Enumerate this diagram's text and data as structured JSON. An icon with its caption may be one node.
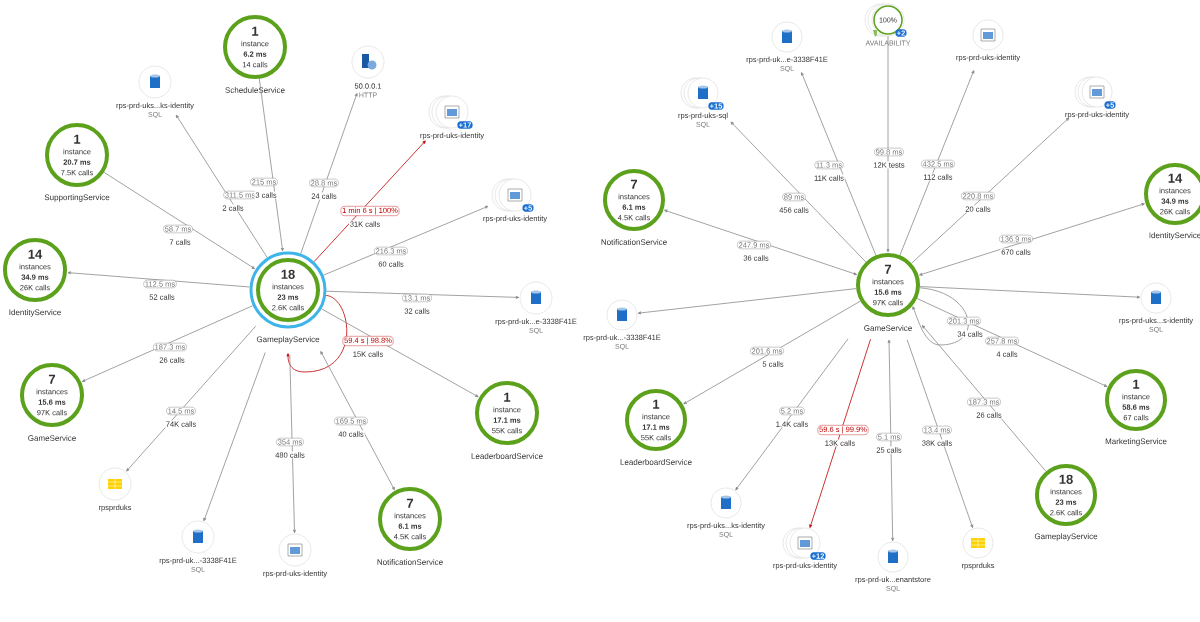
{
  "diagram": {
    "nodes": [
      {
        "text": [
          "18",
          "instances",
          "23 ms",
          "2.6K calls",
          "GameplayService"
        ]
      },
      {
        "text": [
          "1",
          "instance",
          "6.2 ms",
          "14 calls",
          "ScheduleService"
        ]
      },
      {
        "text": [
          "rps-prd-uks...ks-identity",
          "SQL"
        ]
      },
      {
        "text": [
          "50.0.0.1",
          "HTTP"
        ]
      },
      {
        "text": [
          "rps-prd-uks-identity"
        ],
        "beside": [
          "+17"
        ]
      },
      {
        "text": [
          "1",
          "instance",
          "20.7 ms",
          "7.5K calls",
          "SupportingService"
        ]
      },
      {
        "text": [
          "rps-prd-uks-identity"
        ],
        "beside": [
          "+5"
        ]
      },
      {
        "text": [
          "14",
          "instances",
          "34.9 ms",
          "26K calls",
          "IdentityService"
        ]
      },
      {
        "text": [
          "rps-prd-uk...e-3338F41E",
          "SQL"
        ]
      },
      {
        "text": [
          "7",
          "instances",
          "15.6 ms",
          "97K calls",
          "GameService"
        ]
      },
      {
        "text": [
          "1",
          "instance",
          "17.1 ms",
          "55K calls",
          "LeaderboardService"
        ]
      },
      {
        "text": [
          "rpsprduks"
        ]
      },
      {
        "text": [
          "rps-prd-uk...-3338F41E",
          "SQL"
        ]
      },
      {
        "text": [
          "rps-prd-uks-identity"
        ]
      },
      {
        "text": [
          "7",
          "instances",
          "6.1 ms",
          "4.5K calls",
          "NotificationService"
        ]
      },
      {
        "text": [
          "7",
          "instances",
          "15.6 ms",
          "97K calls",
          "GameService"
        ]
      },
      {
        "text": [
          "100%",
          "+2",
          "AVAILABILITY"
        ]
      },
      {
        "text": [
          "rps-prd-uk...e-3338F41E",
          "SQL"
        ]
      },
      {
        "text": [
          "rps-prd-uks-identity"
        ]
      },
      {
        "text": [
          "rps-prd-uks-sql",
          "SQL"
        ],
        "beside": [
          "+15"
        ]
      },
      {
        "text": [
          "rps-prd-uks-identity"
        ],
        "beside": [
          "+5"
        ]
      },
      {
        "text": [
          "7",
          "instances",
          "6.1 ms",
          "4.5K calls",
          "NotificationService"
        ]
      },
      {
        "text": [
          "14",
          "instances",
          "34.9 ms",
          "26K calls",
          "IdentityService"
        ]
      },
      {
        "text": [
          "rps-prd-uk...-3338F41E",
          "SQL"
        ]
      },
      {
        "text": [
          "rps-prd-uks...s-identity",
          "SQL"
        ]
      },
      {
        "text": [
          "1",
          "instance",
          "17.1 ms",
          "55K calls",
          "LeaderboardService"
        ]
      },
      {
        "text": [
          "1",
          "instance",
          "58.6 ms",
          "67 calls",
          "MarketingService"
        ]
      },
      {
        "text": [
          "rps-prd-uks...ks-identity",
          "SQL"
        ]
      },
      {
        "text": [
          "18",
          "instances",
          "23 ms",
          "2.6K calls",
          "GameplayService"
        ]
      },
      {
        "text": [
          "rps-prd-uks-identity"
        ],
        "beside": [
          "+12"
        ]
      },
      {
        "text": [
          "rps-prd-uk...enantstore",
          "SQL"
        ]
      },
      {
        "text": [
          "rpsprduks"
        ]
      }
    ],
    "edges": [
      {
        "from": 0,
        "to": 2,
        "arrow": "to",
        "label": "311.5 ms"
      },
      {
        "from": 1,
        "to": 0,
        "arrow": "to",
        "label": "215 ms"
      },
      {
        "from": 0,
        "to": 3,
        "arrow": "to",
        "label": "28.8 ms"
      },
      {
        "from": 0,
        "to": 4,
        "arrow": "to",
        "label": "1 min 6 s | 100%",
        "color": "#c00000"
      },
      {
        "from": 5,
        "to": 0,
        "arrow": "to",
        "label": "58.7 ms"
      },
      {
        "from": 0,
        "to": 6,
        "arrow": "to",
        "label": "216.3 ms"
      },
      {
        "from": 0,
        "to": 7,
        "arrow": "to",
        "label": "112.5 ms"
      },
      {
        "from": 0,
        "to": 8,
        "arrow": "to",
        "label": "13.1 ms"
      },
      {
        "from": 0,
        "to": 9,
        "arrow": "to",
        "label": "187.3 ms"
      },
      {
        "from": 0,
        "to": 0,
        "arrow": "to",
        "label": "59.4 s | 98.8%",
        "color": "#c00000"
      },
      {
        "from": 0,
        "to": 10,
        "arrow": "to"
      },
      {
        "from": 0,
        "to": 11,
        "arrow": "to",
        "label": "14.5 ms"
      },
      {
        "from": 0,
        "to": 12,
        "arrow": "to"
      },
      {
        "from": 0,
        "to": 13,
        "arrow": "to",
        "label": "354 ms"
      },
      {
        "from": 0,
        "to": 14,
        "arrow": "both",
        "label": "169.5 ms"
      },
      {
        "from": 15,
        "to": 17,
        "arrow": "to",
        "label": "11.3 ms"
      },
      {
        "from": 16,
        "to": 15,
        "arrow": "to",
        "label": "99.8 ms"
      },
      {
        "from": 15,
        "to": 18,
        "arrow": "to",
        "label": "432.5 ms"
      },
      {
        "from": 15,
        "to": 19,
        "arrow": "to",
        "label": "89 ms"
      },
      {
        "from": 15,
        "to": 20,
        "arrow": "to",
        "label": "220.8 ms"
      },
      {
        "from": 15,
        "to": 21,
        "arrow": "both",
        "label": "247.9 ms"
      },
      {
        "from": 15,
        "to": 22,
        "arrow": "both",
        "label": "136.9 ms"
      },
      {
        "from": 15,
        "to": 23,
        "arrow": "to"
      },
      {
        "from": 15,
        "to": 24,
        "arrow": "to"
      },
      {
        "from": 15,
        "to": 15,
        "arrow": "to",
        "label": "201.3 ms"
      },
      {
        "from": 15,
        "to": 26,
        "arrow": "to",
        "label": "257.8 ms"
      },
      {
        "from": 15,
        "to": 25,
        "arrow": "to",
        "label": "201.6 ms"
      },
      {
        "from": 15,
        "to": 27,
        "arrow": "to",
        "label": "5.2 ms"
      },
      {
        "from": 15,
        "to": 29,
        "arrow": "to",
        "label": "59.6 s | 99.9%",
        "color": "#c00000"
      },
      {
        "from": 15,
        "to": 30,
        "arrow": "both",
        "label": "5.1 ms"
      },
      {
        "from": 15,
        "to": 31,
        "arrow": "to",
        "label": "13.4 ms"
      },
      {
        "from": 28,
        "to": 15,
        "arrow": "to",
        "label": "187.3 ms"
      }
    ],
    "labels": [
      "2 calls",
      "3 calls",
      "24 calls",
      "31K calls",
      "7 calls",
      "60 calls",
      "52 calls",
      "32 calls",
      "26 calls",
      "15K calls",
      "74K calls",
      "480 calls",
      "40 calls",
      "11K calls",
      "12K tests",
      "112 calls",
      "456 calls",
      "20 calls",
      "36 calls",
      "670 calls",
      "34 calls",
      "4 calls",
      "5 calls",
      "1.4K calls",
      "13K calls",
      "25 calls",
      "38K calls",
      "26 calls"
    ]
  }
}
